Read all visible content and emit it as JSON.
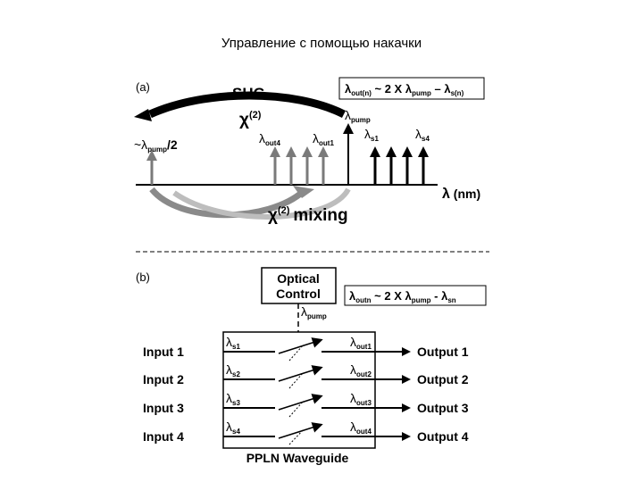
{
  "page": {
    "title": "Управление с помощью накачки"
  },
  "panel_a": {
    "label": "(a)",
    "shg_label": "SHG",
    "chi2_symbol": "χ",
    "chi2_exp": "(2)",
    "mixing_word": "mixing",
    "formula": {
      "l1": "λ",
      "s1": "out(n)",
      "mid": " ~ 2 X ",
      "l2": "λ",
      "s2": "pump",
      "op": " – ",
      "l3": "λ",
      "s3": "s(n)"
    },
    "half_pump": {
      "pre": "~λ",
      "sub": "pump",
      "post": "/2"
    },
    "pump": {
      "l": "λ",
      "sub": "pump"
    },
    "out4": {
      "l": "λ",
      "sub": "out4"
    },
    "out1": {
      "l": "λ",
      "sub": "out1"
    },
    "s1": {
      "l": "λ",
      "sub": "s1"
    },
    "s4": {
      "l": "λ",
      "sub": "s4"
    },
    "axis": {
      "l": "λ",
      "unit": " (nm)"
    },
    "colors": {
      "gray_arrow": "#7a7a7a",
      "dark": "#000000",
      "light_fill": "#e6e6e6"
    }
  },
  "panel_b": {
    "label": "(b)",
    "control_box": {
      "line1": "Optical",
      "line2": "Control"
    },
    "pump": {
      "l": "λ",
      "sub": "pump"
    },
    "formula": {
      "l1": "λ",
      "s1": "outn",
      "mid": " ~ 2 X ",
      "l2": "λ",
      "s2": "pump",
      "op": " - ",
      "l3": "λ",
      "s3": "sn"
    },
    "inputs": [
      "Input 1",
      "Input 2",
      "Input 3",
      "Input 4"
    ],
    "signals": [
      {
        "l": "λ",
        "sub": "s1"
      },
      {
        "l": "λ",
        "sub": "s2"
      },
      {
        "l": "λ",
        "sub": "s3"
      },
      {
        "l": "λ",
        "sub": "s4"
      }
    ],
    "outs": [
      {
        "l": "λ",
        "sub": "out1"
      },
      {
        "l": "λ",
        "sub": "out2"
      },
      {
        "l": "λ",
        "sub": "out3"
      },
      {
        "l": "λ",
        "sub": "out4"
      }
    ],
    "outputs": [
      "Output 1",
      "Output 2",
      "Output 3",
      "Output 4"
    ],
    "waveguide_label": "PPLN Waveguide"
  }
}
